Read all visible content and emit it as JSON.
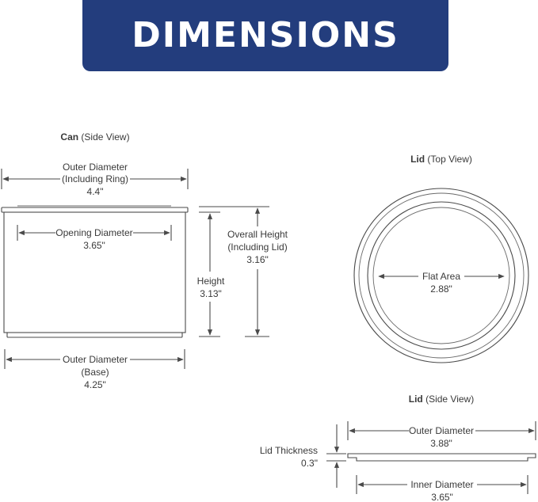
{
  "banner": {
    "title": "DIMENSIONS",
    "bg_color": "#233d7d",
    "text_color": "#ffffff"
  },
  "can": {
    "heading_bold": "Can",
    "heading_rest": " (Side View)",
    "outer_diameter_ring": {
      "line1": "Outer Diameter",
      "line2": "(Including Ring)",
      "value": "4.4\""
    },
    "opening_diameter": {
      "line1": "Opening Diameter",
      "value": "3.65\""
    },
    "height": {
      "line1": "Height",
      "value": "3.13\""
    },
    "overall_height": {
      "line1": "Overall Height",
      "line2": "(Including Lid)",
      "value": "3.16\""
    },
    "outer_diameter_base": {
      "line1": "Outer Diameter",
      "line2": "(Base)",
      "value": "4.25\""
    }
  },
  "lid_top": {
    "heading_bold": "Lid",
    "heading_rest": " (Top View)",
    "flat_area": {
      "line1": "Flat Area",
      "value": "2.88\""
    }
  },
  "lid_side": {
    "heading_bold": "Lid",
    "heading_rest": " (Side View)",
    "outer_diameter": {
      "line1": "Outer Diameter",
      "value": "3.88\""
    },
    "thickness": {
      "line1": "Lid Thickness",
      "value": "0.3\""
    },
    "inner_diameter": {
      "line1": "Inner Diameter",
      "value": "3.65\""
    }
  }
}
